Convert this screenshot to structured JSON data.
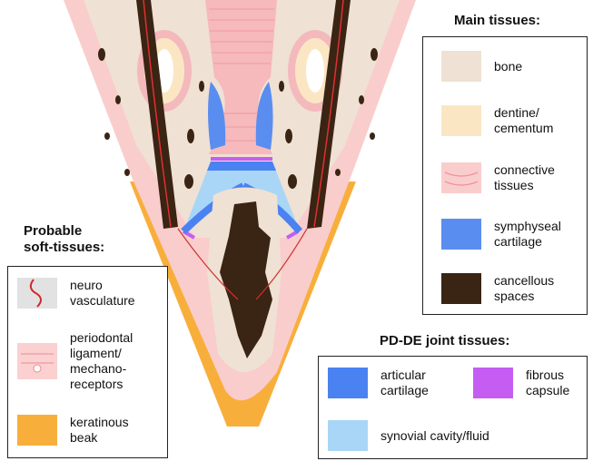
{
  "main_tissues": {
    "heading": "Main tissues:",
    "items": [
      {
        "label": "bone",
        "color": "#efe1d3"
      },
      {
        "label": "dentine/\ncementum",
        "color": "#fbe6c4"
      },
      {
        "label": "connective\ntissues",
        "color": "#f9cdcc"
      },
      {
        "label": "symphyseal\ncartilage",
        "color": "#5a8df0"
      },
      {
        "label": "cancellous\nspaces",
        "color": "#3a2414"
      }
    ]
  },
  "soft_tissues": {
    "heading": "Probable\nsoft-tissues:",
    "items": [
      {
        "label": "neuro\nvasculature",
        "color": "#e2e2e2",
        "icon": "neurovasculature-icon"
      },
      {
        "label": "periodontal\nligament/\nmechano-\nreceptors",
        "color": "#fbd0d0",
        "icon": "periodontal-ligament-icon"
      },
      {
        "label": "keratinous\nbeak",
        "color": "#f8ae3b"
      }
    ]
  },
  "joint_tissues": {
    "heading": "PD-DE joint tissues:",
    "items": [
      {
        "label": "articular\ncartilage",
        "color": "#4a82f2"
      },
      {
        "label": "fibrous\ncapsule",
        "color": "#c55df2"
      },
      {
        "label": "synovial cavity/fluid",
        "color": "#a9d6f7"
      }
    ]
  }
}
